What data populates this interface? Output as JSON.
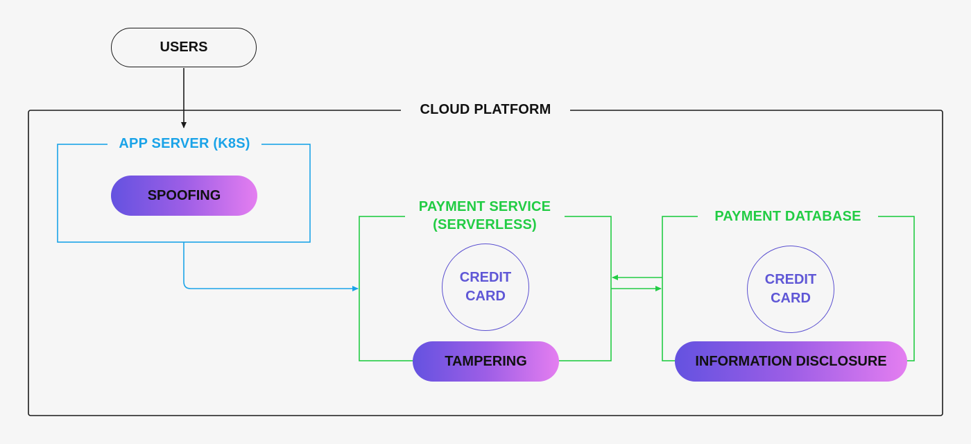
{
  "nodes": {
    "users": "USERS",
    "cloud_platform": "CLOUD PLATFORM",
    "app_server": "APP SERVER (K8S)",
    "payment_service_line1": "PAYMENT SERVICE",
    "payment_service_line2": "(SERVERLESS)",
    "payment_database": "PAYMENT DATABASE"
  },
  "threats": {
    "spoofing": "SPOOFING",
    "tampering": "TAMPERING",
    "information_disclosure": "INFORMATION DISCLOSURE"
  },
  "assets": {
    "service_asset_line1": "CREDIT",
    "service_asset_line2": "CARD",
    "database_asset_line1": "CREDIT",
    "database_asset_line2": "CARD"
  },
  "colors": {
    "app_server": "#1aa3e8",
    "payment": "#22cc44",
    "asset": "#5f57d6",
    "threat_gradient_start": "#6452e0",
    "threat_gradient_end": "#e47ef0",
    "cloud_border": "#1a1a1a"
  },
  "edges": [
    {
      "from": "users",
      "to": "app_server"
    },
    {
      "from": "app_server",
      "to": "payment_service"
    },
    {
      "from": "payment_service",
      "to": "payment_database"
    },
    {
      "from": "payment_database",
      "to": "payment_service"
    }
  ]
}
